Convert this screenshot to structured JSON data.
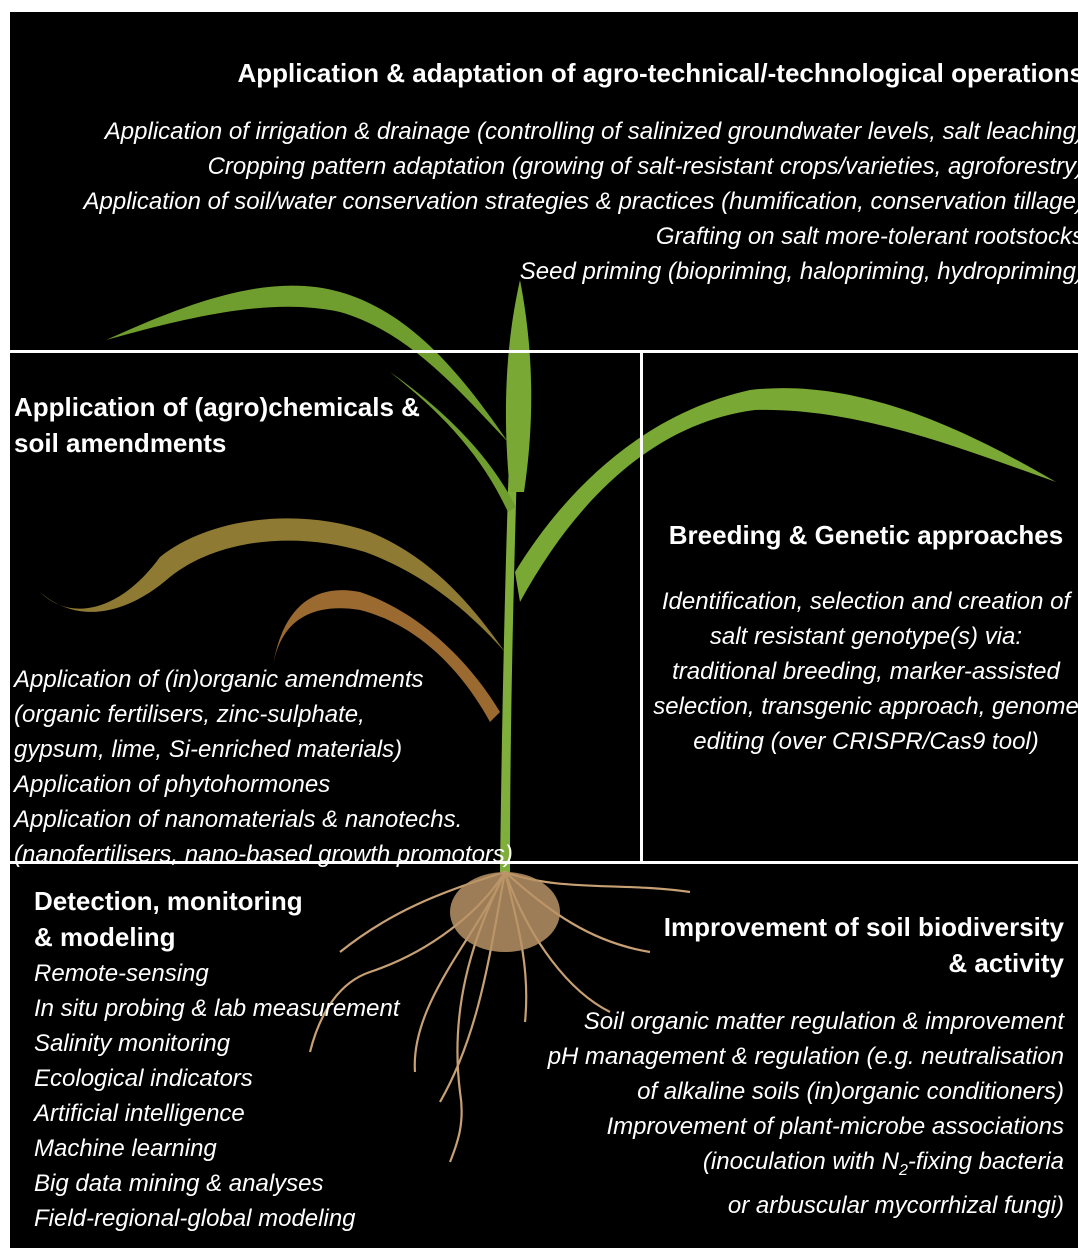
{
  "panels": {
    "top": {
      "heading": "Application & adaptation of agro-technical/-technological operations",
      "lines": [
        "Application of irrigation & drainage (controlling of salinized groundwater levels, salt leaching)",
        "Cropping pattern adaptation (growing of salt-resistant crops/varieties, agroforestry)",
        "Application of soil/water conservation strategies & practices (humification, conservation tillage)",
        "Grafting on salt more-tolerant rootstocks",
        "Seed priming (biopriming, halopriming, hydropriming)"
      ]
    },
    "middle_left": {
      "heading_1": "Application of (agro)chemicals &",
      "heading_2": "soil amendments",
      "lines": [
        "Application of (in)organic amendments",
        "(organic fertilisers, zinc-sulphate,",
        "gypsum, lime, Si-enriched materials)",
        "Application of phytohormones",
        "Application of nanomaterials & nanotechs.",
        "(nanofertilisers, nano-based growth promotors)"
      ]
    },
    "middle_right": {
      "heading": "Breeding & Genetic approaches",
      "lines": [
        "Identification, selection and creation of",
        "salt resistant genotype(s) via:",
        "traditional breeding, marker-assisted",
        "selection, transgenic approach, genome",
        "editing (over CRISPR/Cas9 tool)"
      ]
    },
    "bottom_left": {
      "heading_1": "Detection, monitoring",
      "heading_2": "& modeling",
      "lines": [
        "Remote-sensing",
        "In situ probing & lab measurement",
        "Salinity monitoring",
        "Ecological indicators",
        "Artificial intelligence",
        "Machine learning",
        "Big data mining & analyses",
        "Field-regional-global modeling"
      ]
    },
    "bottom_right": {
      "heading_1": "Improvement of soil biodiversity",
      "heading_2": "& activity",
      "lines": [
        "Soil organic matter regulation & improvement",
        "pH management & regulation (e.g. neutralisation",
        "of alkaline soils (in)organic conditioners)",
        "Improvement of plant-microbe associations"
      ],
      "n2_prefix": "(inoculation with N",
      "n2_sub": "2",
      "n2_suffix": "-fixing bacteria",
      "last_line": "or arbuscular mycorrhizal fungi)"
    }
  },
  "colors": {
    "background": "#000000",
    "divider": "#ffffff",
    "text": "#ffffff",
    "leaf": "#6f9e2e",
    "leaf_dry": "#9a6a30",
    "root": "#c7a074"
  }
}
